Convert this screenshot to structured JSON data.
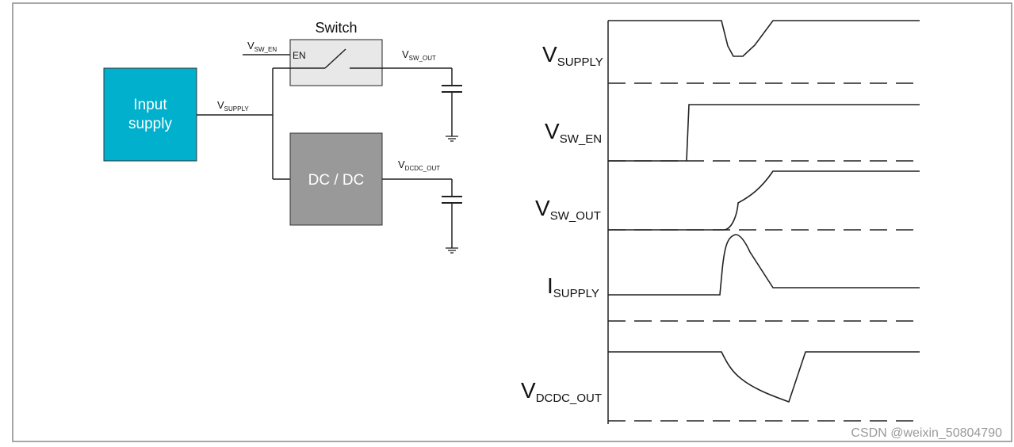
{
  "schematic": {
    "input_box_line1": "Input",
    "input_box_line2": "supply",
    "switch_title": "Switch",
    "switch_en": "EN",
    "dcdc_label": "DC / DC",
    "v_supply": {
      "main": "V",
      "sub": "SUPPLY"
    },
    "v_sw_en": {
      "main": "V",
      "sub": "SW_EN"
    },
    "v_sw_out": {
      "main": "V",
      "sub": "SW_OUT"
    },
    "v_dcdc_out": {
      "main": "V",
      "sub": "DCDC_OUT"
    },
    "colors": {
      "input_box": "#00b0cc",
      "switch_box": "#e8e8e8",
      "dcdc_box": "#999999"
    }
  },
  "waveforms": [
    {
      "main": "V",
      "sub": "SUPPLY"
    },
    {
      "main": "V",
      "sub": "SW_EN"
    },
    {
      "main": "V",
      "sub": "SW_OUT"
    },
    {
      "main": "I",
      "sub": "SUPPLY"
    },
    {
      "main": "V",
      "sub": "DCDC_OUT"
    }
  ],
  "watermark": "CSDN @weixin_50804790"
}
